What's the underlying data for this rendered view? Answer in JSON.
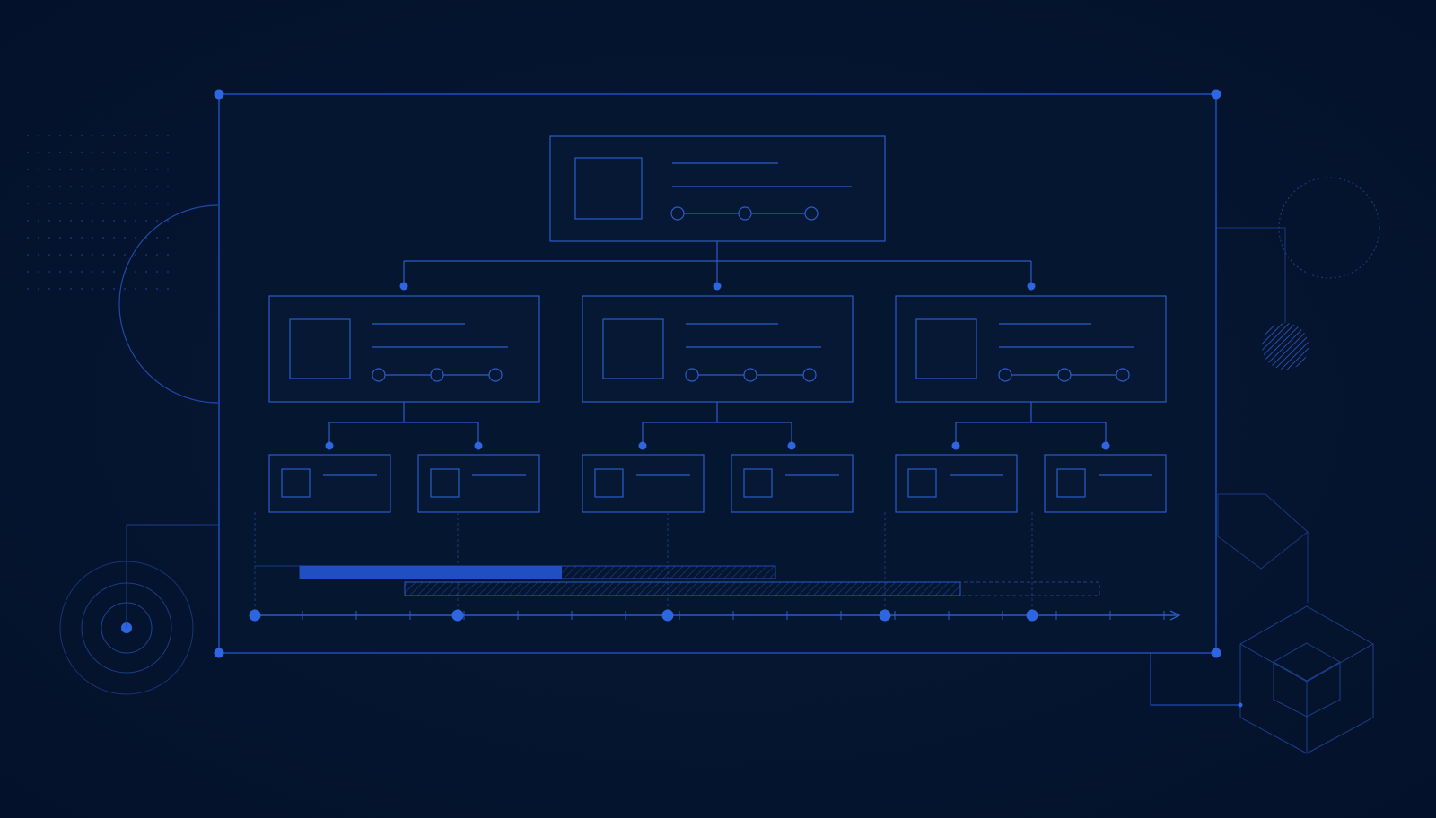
{
  "theme": {
    "background": "#05132a",
    "frame_stroke": "#1f52c9",
    "line": "#2a5bc7",
    "dim_line": "#1b3a7d",
    "accent": "#2d66e0",
    "bar_fill": "#1f4fc0"
  },
  "org_chart": {
    "root": {
      "name": "root-card",
      "indicators": 3
    },
    "level_1": [
      {
        "name": "node-left",
        "indicators": 3
      },
      {
        "name": "node-center",
        "indicators": 3
      },
      {
        "name": "node-right",
        "indicators": 3
      }
    ],
    "level_2_per_parent": 2
  },
  "timeline": {
    "milestones": 5,
    "progress_bar_1": 0.55,
    "progress_bar_2": 0.8
  },
  "decorations": [
    "dot-grid",
    "half-circle",
    "target-rings",
    "dashed-circle",
    "hatched-circle",
    "wireframe-cubes"
  ]
}
